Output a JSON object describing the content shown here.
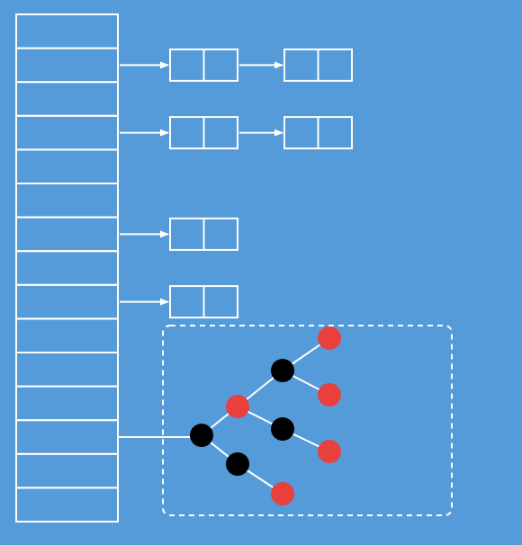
{
  "colors": {
    "background": "#559bd9",
    "line": "#ffffff",
    "black_node": "#000000",
    "red_node": "#e8403c"
  },
  "hash_table": {
    "bucket_count": 15,
    "chains": [
      {
        "bucket": 1,
        "nodes": 2
      },
      {
        "bucket": 3,
        "nodes": 2
      },
      {
        "bucket": 6,
        "nodes": 1
      },
      {
        "bucket": 8,
        "nodes": 1
      }
    ],
    "tree_bucket": 12
  },
  "red_black_tree": {
    "nodes": [
      {
        "id": "root",
        "color": "black",
        "parent": null
      },
      {
        "id": "n1",
        "color": "red",
        "parent": "root"
      },
      {
        "id": "n2",
        "color": "black",
        "parent": "root"
      },
      {
        "id": "n3",
        "color": "black",
        "parent": "n1"
      },
      {
        "id": "n4",
        "color": "black",
        "parent": "n1"
      },
      {
        "id": "n5",
        "color": "red",
        "parent": "n3"
      },
      {
        "id": "n6",
        "color": "red",
        "parent": "n3"
      },
      {
        "id": "n7",
        "color": "red",
        "parent": "n4"
      },
      {
        "id": "n8",
        "color": "red",
        "parent": "n2"
      }
    ]
  }
}
